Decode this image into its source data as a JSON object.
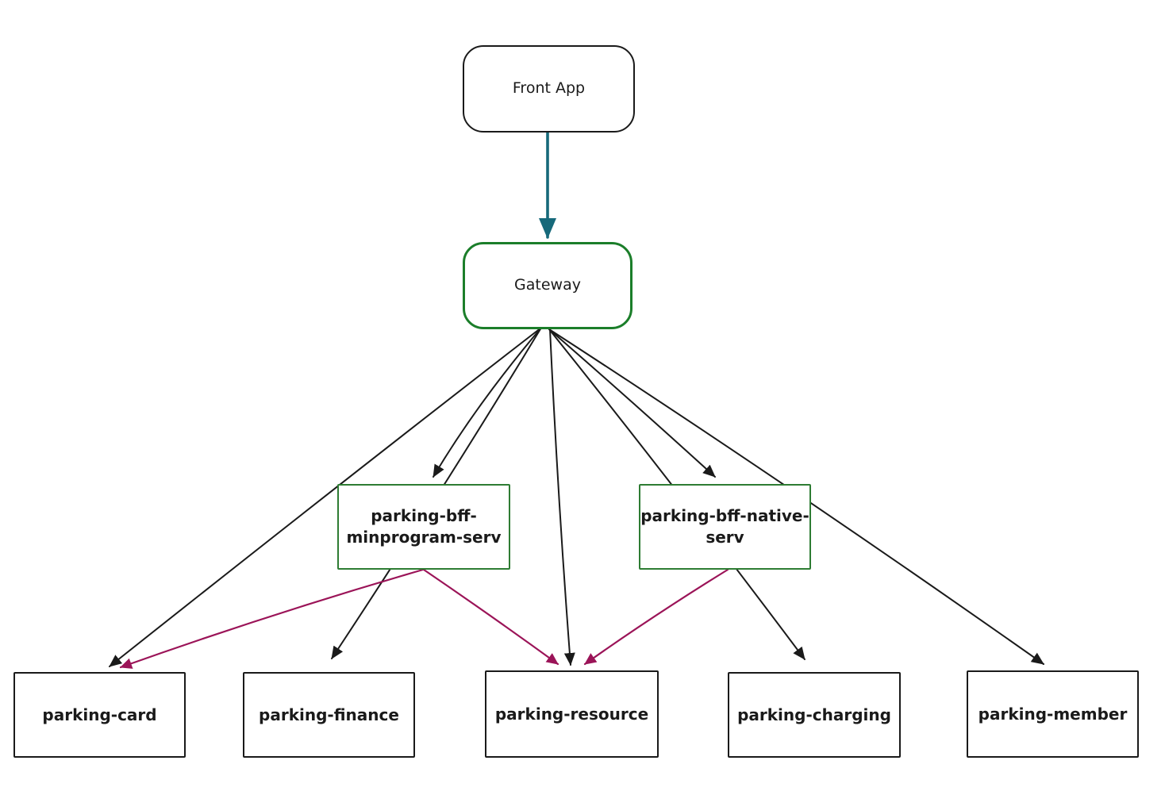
{
  "diagram": {
    "type": "flowchart",
    "direction": "top-down",
    "style": "hand-drawn",
    "nodes": {
      "front_app": {
        "label": "Front App",
        "shape": "rounded-rect",
        "border_color": "#1a1a1a"
      },
      "gateway": {
        "label": "Gateway",
        "shape": "rounded-rect",
        "border_color": "#1b7e2a"
      },
      "bff_minprogram": {
        "label": "parking-bff-\nminprogram-serv",
        "shape": "rect",
        "border_color": "#2e7c33"
      },
      "bff_native": {
        "label": "parking-bff-native-\nserv",
        "shape": "rect",
        "border_color": "#2e7c33"
      },
      "card": {
        "label": "parking-card",
        "shape": "rect",
        "border_color": "#1a1a1a"
      },
      "finance": {
        "label": "parking-finance",
        "shape": "rect",
        "border_color": "#1a1a1a"
      },
      "resource": {
        "label": "parking-resource",
        "shape": "rect",
        "border_color": "#1a1a1a"
      },
      "charging": {
        "label": "parking-charging",
        "shape": "rect",
        "border_color": "#1a1a1a"
      },
      "member": {
        "label": "parking-member",
        "shape": "rect",
        "border_color": "#1a1a1a"
      }
    },
    "edges": [
      {
        "from": "front_app",
        "to": "gateway",
        "color": "#16697a"
      },
      {
        "from": "gateway",
        "to": "bff_minprogram",
        "color": "#1a1a1a"
      },
      {
        "from": "gateway",
        "to": "bff_native",
        "color": "#1a1a1a"
      },
      {
        "from": "gateway",
        "to": "card",
        "color": "#1a1a1a"
      },
      {
        "from": "gateway",
        "to": "finance",
        "color": "#1a1a1a"
      },
      {
        "from": "gateway",
        "to": "resource",
        "color": "#1a1a1a"
      },
      {
        "from": "gateway",
        "to": "charging",
        "color": "#1a1a1a"
      },
      {
        "from": "gateway",
        "to": "member",
        "color": "#1a1a1a"
      },
      {
        "from": "bff_minprogram",
        "to": "card",
        "color": "#9b1458"
      },
      {
        "from": "bff_minprogram",
        "to": "resource",
        "color": "#9b1458"
      },
      {
        "from": "bff_native",
        "to": "resource",
        "color": "#9b1458"
      }
    ],
    "colors": {
      "edge_default": "#1a1a1a",
      "edge_front_to_gateway": "#16697a",
      "edge_bff_to_service": "#9b1458",
      "gateway_border": "#1b7e2a",
      "bff_border": "#2e7c33",
      "background": "#ffffff"
    }
  }
}
